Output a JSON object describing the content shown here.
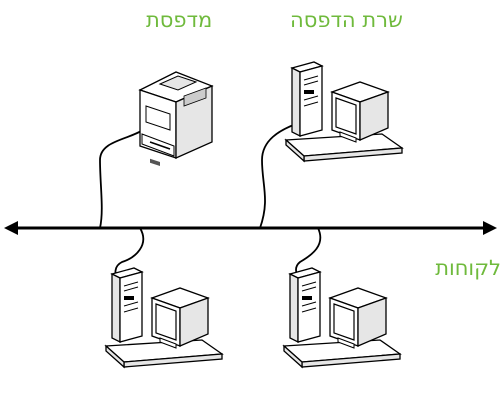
{
  "labels": {
    "printer": "מדפסת",
    "print_server": "שרת הדפסה",
    "clients": "לקוחות"
  },
  "colors": {
    "label_green": "#6fba3c",
    "line": "#000000",
    "device_fill": "#ffffff",
    "device_shade": "#e6e6e6"
  },
  "devices": [
    {
      "type": "printer",
      "icon": "printer-icon"
    },
    {
      "type": "computer",
      "role": "print-server",
      "icon": "computer-icon"
    },
    {
      "type": "computer",
      "role": "client",
      "icon": "computer-icon"
    },
    {
      "type": "computer",
      "role": "client",
      "icon": "computer-icon"
    }
  ]
}
